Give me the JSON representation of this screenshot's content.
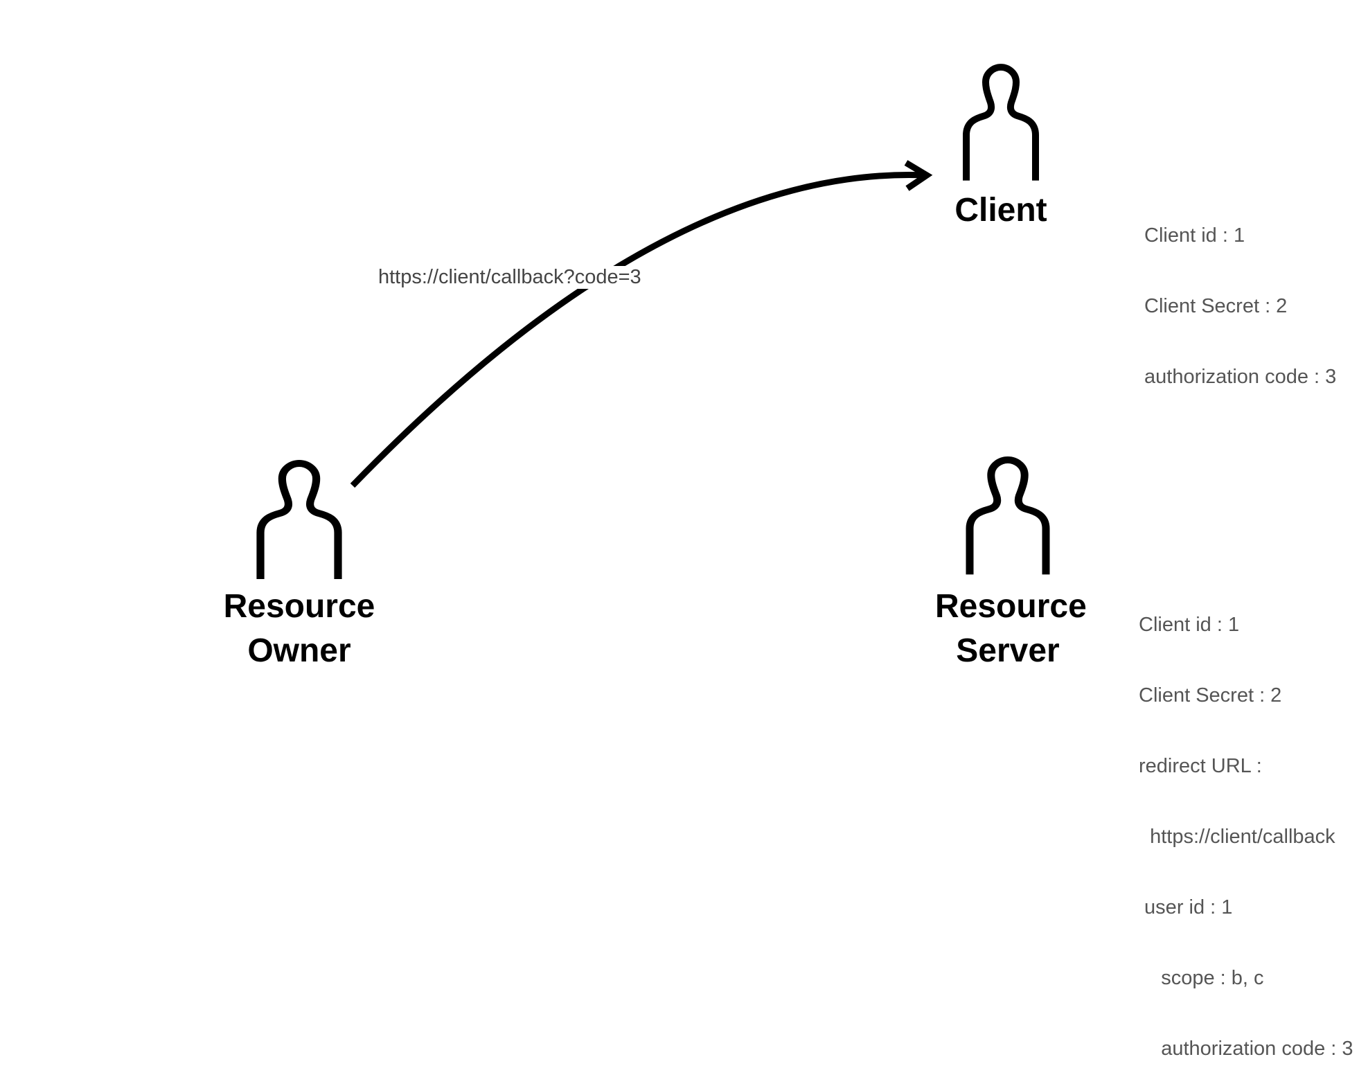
{
  "actors": {
    "client": {
      "label": "Client",
      "info": [
        "Client id : 1",
        "Client Secret : 2",
        "authorization code : 3"
      ]
    },
    "resource_owner": {
      "label_line1": "Resource",
      "label_line2": "Owner"
    },
    "resource_server": {
      "label_line1": "Resource",
      "label_line2": "Server",
      "info": [
        "Client id : 1",
        "Client Secret : 2",
        "redirect URL :",
        "  https://client/callback",
        " user id : 1",
        "    scope : b, c",
        "    authorization code : 3"
      ]
    }
  },
  "edges": [
    {
      "from": "resource_owner",
      "to": "client",
      "label": "https://client/callback?code=3"
    }
  ]
}
